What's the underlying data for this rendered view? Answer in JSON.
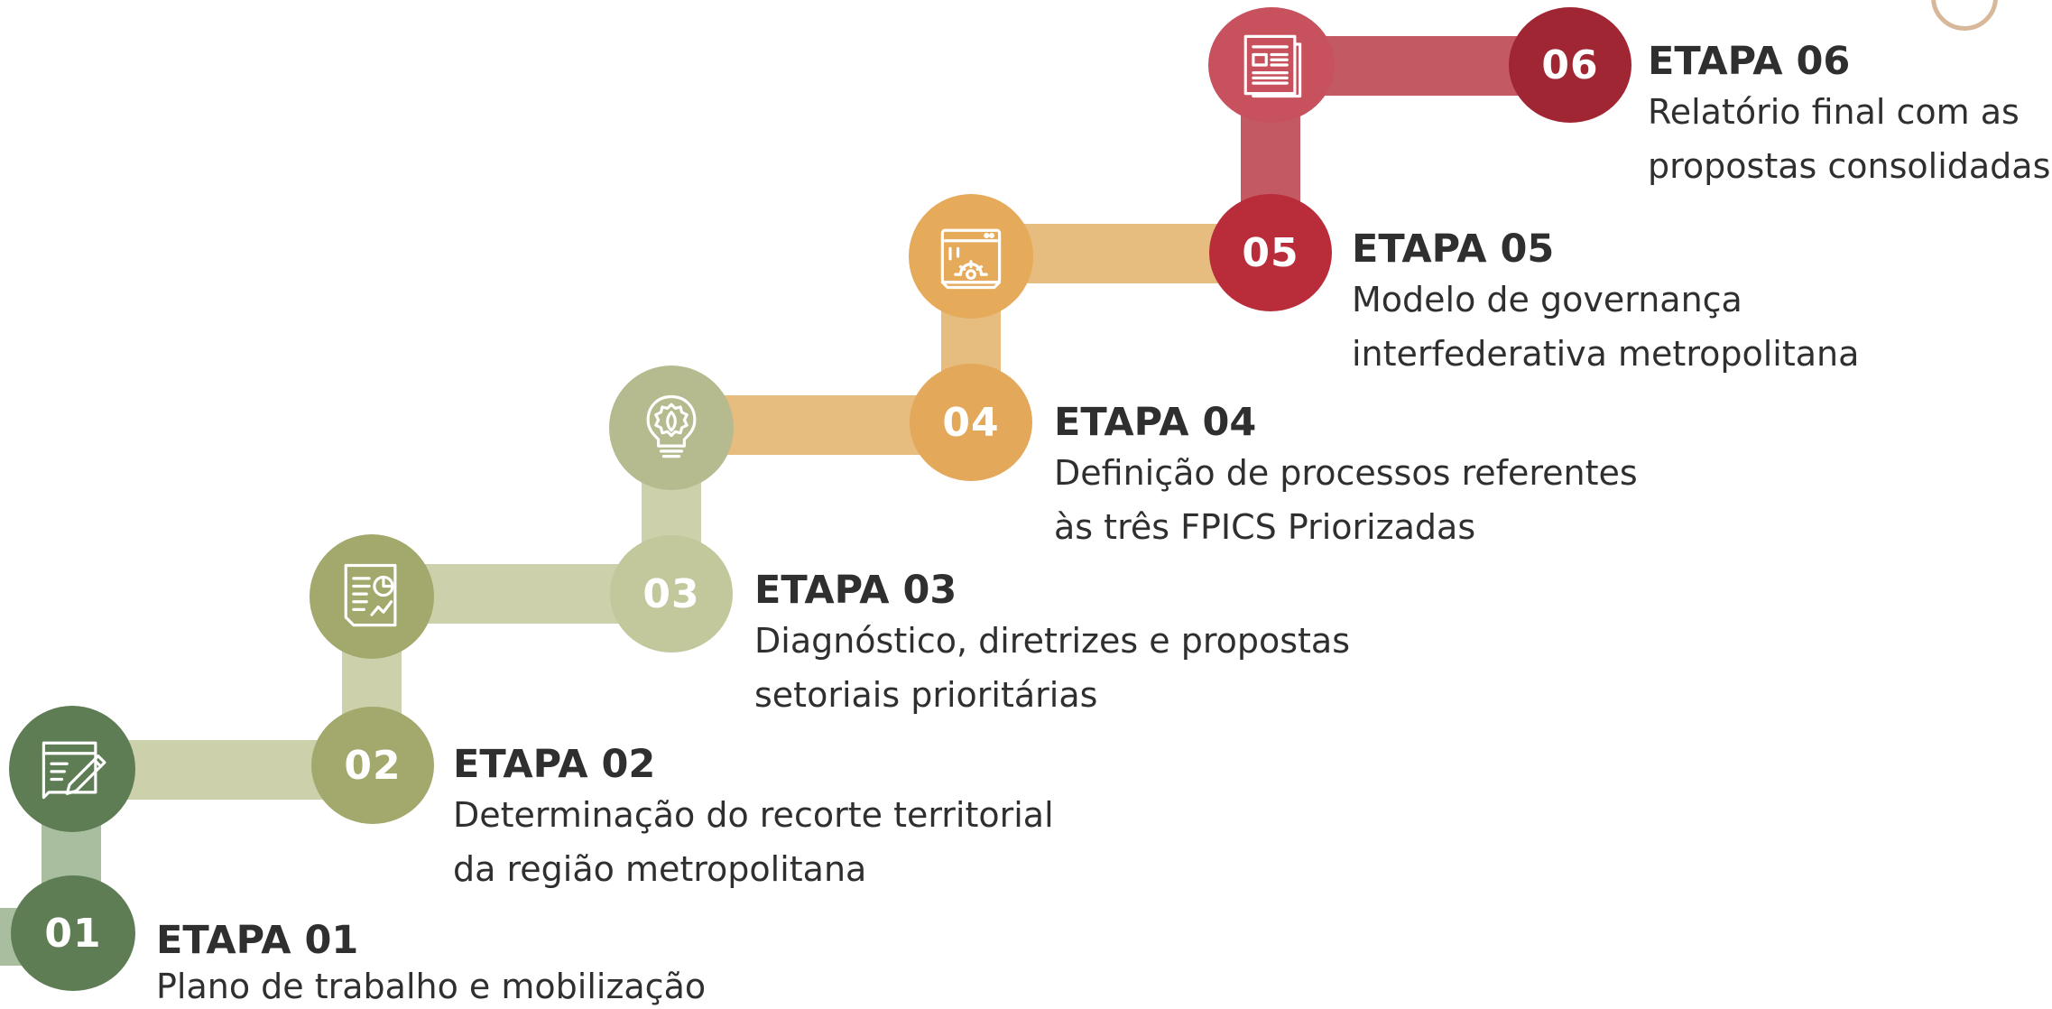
{
  "colors": {
    "step01": "#5e7d55",
    "step02": "#a3a86c",
    "step03": "#c2c79c",
    "step04": "#e3a85a",
    "step05": "#b92d3b",
    "step06": "#a12633",
    "connector01": "#a9bd9f",
    "connector02": "#ccd0ab",
    "connector03": "#e6bc7f",
    "connector04": "#c35a63",
    "icon02": "#a3a86c",
    "icon03": "#b5bb8e",
    "icon04": "#e6aa5b",
    "icon05": "#c7515c"
  },
  "steps": [
    {
      "number": "01",
      "title": "ETAPA 01",
      "description": [
        "Plano de trabalho e mobilização"
      ],
      "icon": "pencil-document-icon"
    },
    {
      "number": "02",
      "title": "ETAPA 02",
      "description": [
        "Determinação do recorte territorial",
        "da região metropolitana"
      ],
      "icon": "report-chart-icon"
    },
    {
      "number": "03",
      "title": "ETAPA 03",
      "description": [
        "Diagnóstico, diretrizes e propostas",
        "setoriais prioritárias"
      ],
      "icon": "lightbulb-icon"
    },
    {
      "number": "04",
      "title": "ETAPA 04",
      "description": [
        "Definição de processos referentes",
        "às três FPICS Priorizadas"
      ],
      "icon": "browser-gear-icon"
    },
    {
      "number": "05",
      "title": "ETAPA 05",
      "description": [
        "Modelo de governança",
        "interfederativa metropolitana"
      ],
      "icon": "newspaper-icon"
    },
    {
      "number": "06",
      "title": "ETAPA 06",
      "description": [
        "Relatório final com as",
        "propostas consolidadas"
      ],
      "icon": ""
    }
  ]
}
